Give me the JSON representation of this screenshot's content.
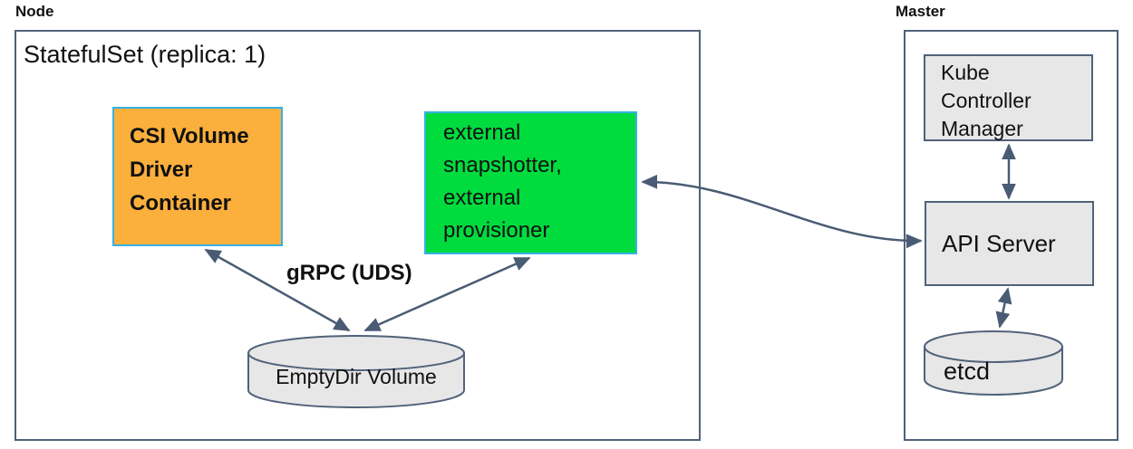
{
  "colors": {
    "orange": "#FBAF3D",
    "green": "#00DC3E",
    "cyan-border": "#35B1E4",
    "gray-fill": "#E7E7E7",
    "line": "#51627A",
    "arrow": "#4A5C74",
    "text": "#111111"
  },
  "node": {
    "title": "Node",
    "statefulset": "StatefulSet (replica: 1)",
    "csi": {
      "lines": [
        "CSI Volume",
        "Driver",
        "Container"
      ]
    },
    "external": {
      "lines": [
        "external",
        "snapshotter,",
        "external",
        "provisioner"
      ]
    },
    "grpc": "gRPC (UDS)",
    "emptydir": "EmptyDir Volume"
  },
  "master": {
    "title": "Master",
    "kcm": {
      "lines": [
        "Kube",
        "Controller",
        "Manager"
      ]
    },
    "api": "API Server",
    "etcd": "etcd"
  }
}
